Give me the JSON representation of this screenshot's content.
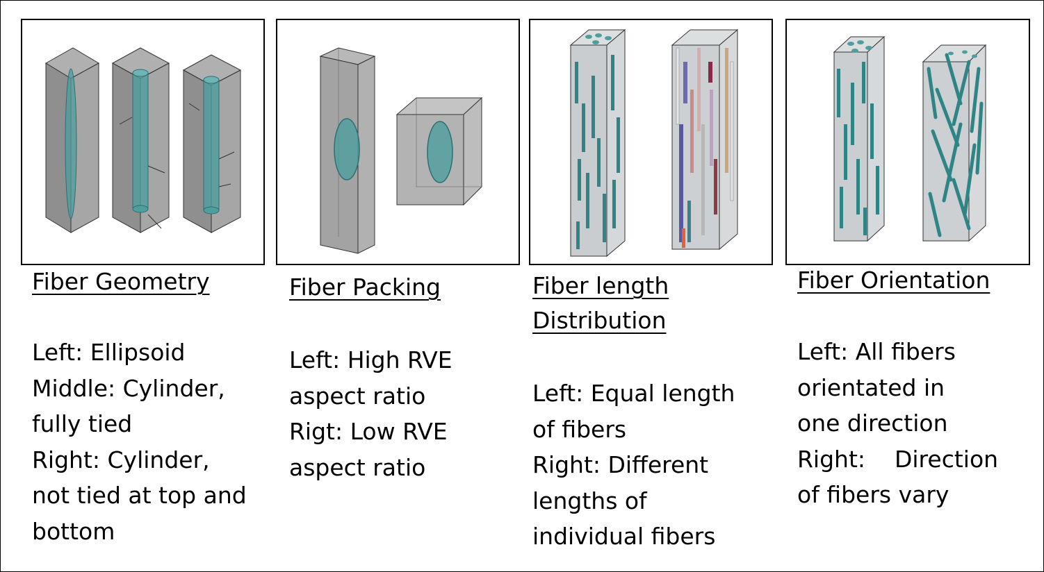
{
  "panels": [
    {
      "title_lines": [
        "Fiber Geometry"
      ],
      "desc_lines": [
        "Left: Ellipsoid",
        "Middle: Cylinder,",
        "fully tied",
        "Right: Cylinder,",
        "not tied at top and",
        "bottom"
      ]
    },
    {
      "title_lines": [
        "Fiber Packing"
      ],
      "desc_lines": [
        "Left: High RVE",
        "aspect ratio",
        "Rigt: Low RVE",
        "aspect ratio"
      ]
    },
    {
      "title_lines": [
        "Fiber length",
        "Distribution"
      ],
      "desc_lines": [
        "Left: Equal length",
        "of fibers",
        "Right: Different",
        "lengths of",
        "individual fibers"
      ]
    },
    {
      "title_lines": [
        "Fiber Orientation"
      ],
      "desc_lines": [
        "Left: All fibers",
        "orientated in",
        "one direction",
        "Right:    Direction",
        "of fibers vary"
      ]
    }
  ],
  "colors": {
    "box_gray": "#9c9c9c",
    "box_light": "#cfd2d4",
    "fiber_teal": "#4f9e9e",
    "fiber_dark": "#2b6f72",
    "outline": "#222222"
  }
}
